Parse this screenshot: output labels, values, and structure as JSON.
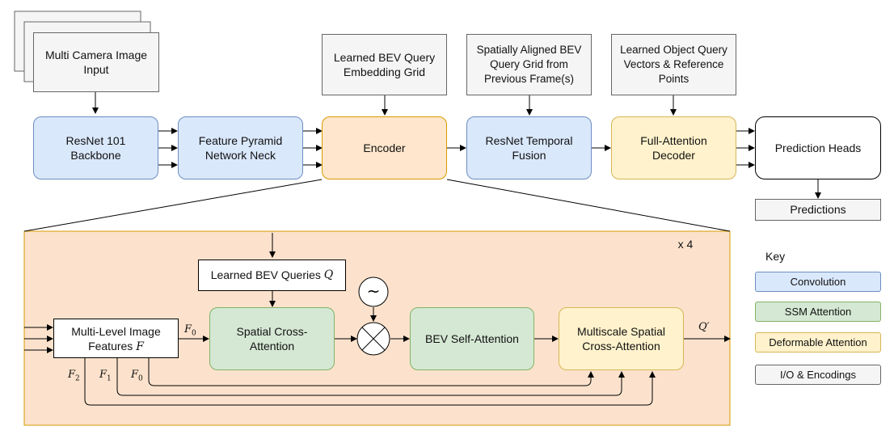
{
  "colors": {
    "io_fill": "#f5f5f5",
    "convolution_fill": "#dae8fc",
    "ssm_fill": "#d5e8d4",
    "deformable_fill": "#fff2cc",
    "encoder_fill": "#ffe6cc",
    "encoder_region": "#fce2cc",
    "encoder_region_border": "#d79b00"
  },
  "pipeline": {
    "camera_input": "Multi Camera Image Input",
    "backbone": "ResNet 101 Backbone",
    "fpn": "Feature Pyramid Network Neck",
    "bev_query_grid": "Learned BEV Query Embedding Grid",
    "encoder": "Encoder",
    "prev_frame_grid": "Spatially Aligned BEV Query Grid from Previous Frame(s)",
    "temporal_fusion": "ResNet Temporal Fusion",
    "object_queries": "Learned Object Query Vectors & Reference Points",
    "decoder": "Full-Attention Decoder",
    "heads": "Prediction Heads",
    "predictions": "Predictions"
  },
  "encoder_detail": {
    "repeat": "x 4",
    "bev_queries": "Learned BEV Queries",
    "bev_queries_symbol": "Q",
    "image_features": "Multi-Level Image Features",
    "image_features_symbol": "F",
    "spatial_cross_attention": "Spatial Cross-Attention",
    "bev_self_attention": "BEV Self-Attention",
    "multiscale_attention": "Multiscale Spatial Cross-Attention",
    "noise_symbol": "~",
    "output_symbol": "Q′",
    "labels": {
      "f0_top": "F",
      "f0_top_sub": "0",
      "f2": "F",
      "f2_sub": "2",
      "f1": "F",
      "f1_sub": "1",
      "f0_bottom": "F",
      "f0_bottom_sub": "0"
    }
  },
  "key": {
    "title": "Key",
    "items": [
      "Convolution",
      "SSM Attention",
      "Deformable Attention",
      "I/O & Encodings"
    ]
  }
}
